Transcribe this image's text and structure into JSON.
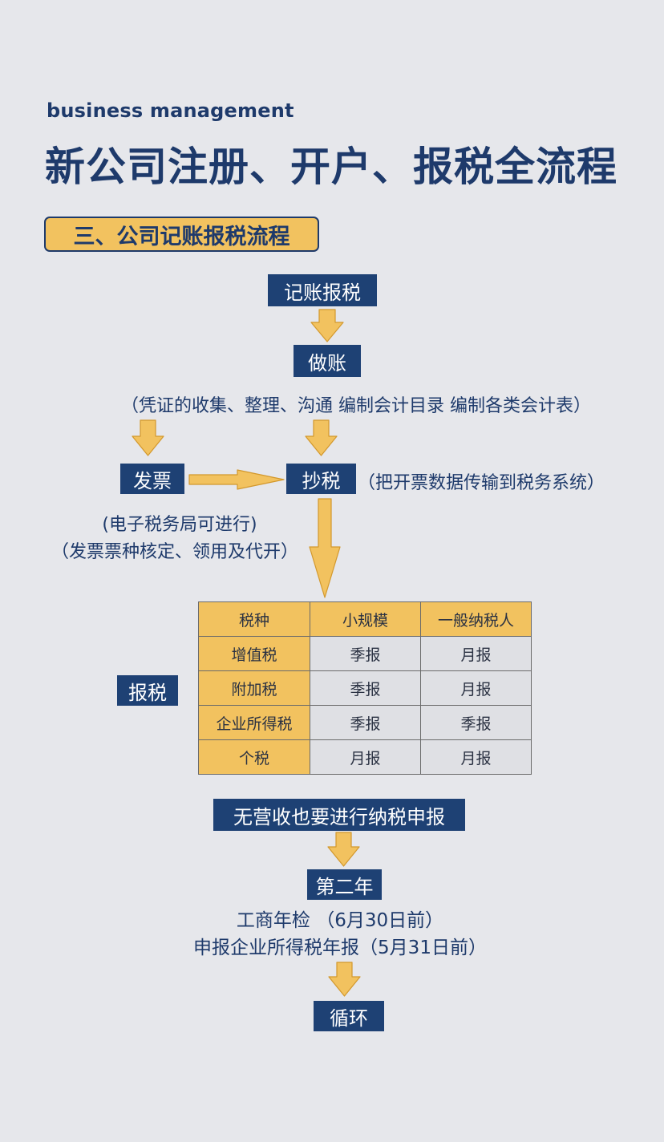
{
  "header": {
    "subtitle": "business management",
    "title": "新公司注册、开户、报税全流程",
    "section": "三、公司记账报税流程"
  },
  "flow": {
    "step_bookkeeping": "记账报税",
    "step_accounts": "做账",
    "accounts_note": "（凭证的收集、整理、沟通 编制会计目录 编制各类会计表）",
    "step_invoice": "发票",
    "step_copy_tax": "抄税",
    "copy_tax_note": "（把开票数据传输到税务系统）",
    "invoice_note_1": "(电子税务局可进行)",
    "invoice_note_2": "（发票票种核定、领用及代开）",
    "step_filing": "报税",
    "step_no_revenue": "无营收也要进行纳税申报",
    "step_second_year": "第二年",
    "second_year_note_1": "工商年检 （6月30日前）",
    "second_year_note_2": "申报企业所得税年报（5月31日前）",
    "step_cycle": "循环"
  },
  "table": {
    "headers": [
      "税种",
      "小规模",
      "一般纳税人"
    ],
    "rows": [
      [
        "增值税",
        "季报",
        "月报"
      ],
      [
        "附加税",
        "季报",
        "月报"
      ],
      [
        "企业所得税",
        "季报",
        "季报"
      ],
      [
        "个税",
        "月报",
        "月报"
      ]
    ]
  },
  "colors": {
    "navy": "#1e4174",
    "accent_yellow": "#f2c25f",
    "background": "#e6e7eb"
  }
}
